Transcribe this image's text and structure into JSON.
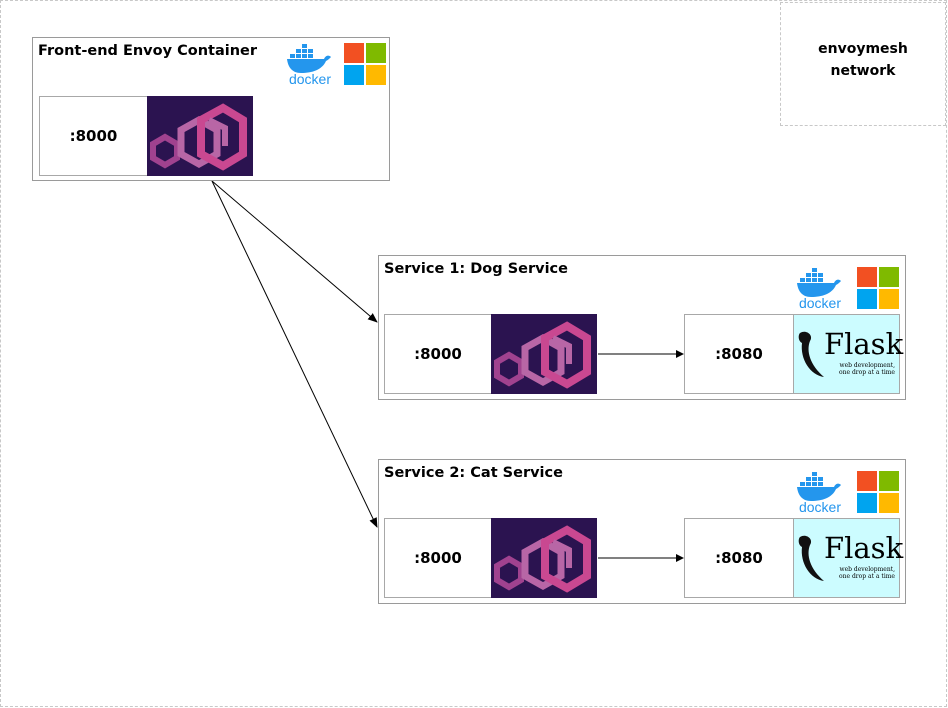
{
  "network": {
    "label_line1": "envoymesh",
    "label_line2": "network"
  },
  "frontend": {
    "title": "Front-end Envoy Container",
    "port": ":8000",
    "icons": [
      "docker-logo",
      "microsoft-logo",
      "envoy-logo"
    ]
  },
  "services": [
    {
      "title": "Service 1: Dog Service",
      "envoy_port": ":8000",
      "app_port": ":8080",
      "app_logo_text": "Flask",
      "app_logo_tagline1": "web development,",
      "app_logo_tagline2": "one drop at a time"
    },
    {
      "title": "Service 2: Cat Service",
      "envoy_port": ":8000",
      "app_port": ":8080",
      "app_logo_text": "Flask",
      "app_logo_tagline1": "web development,",
      "app_logo_tagline2": "one drop at a time"
    }
  ],
  "docker_text": "docker",
  "colors": {
    "envoy_bg": "#2b1350",
    "envoy_pink": "#c94891",
    "docker_blue": "#2496ed",
    "flask_bg": "#ccfcff",
    "ms_red": "#f25022",
    "ms_green": "#7fba00",
    "ms_blue": "#00a4ef",
    "ms_yellow": "#ffb900"
  }
}
